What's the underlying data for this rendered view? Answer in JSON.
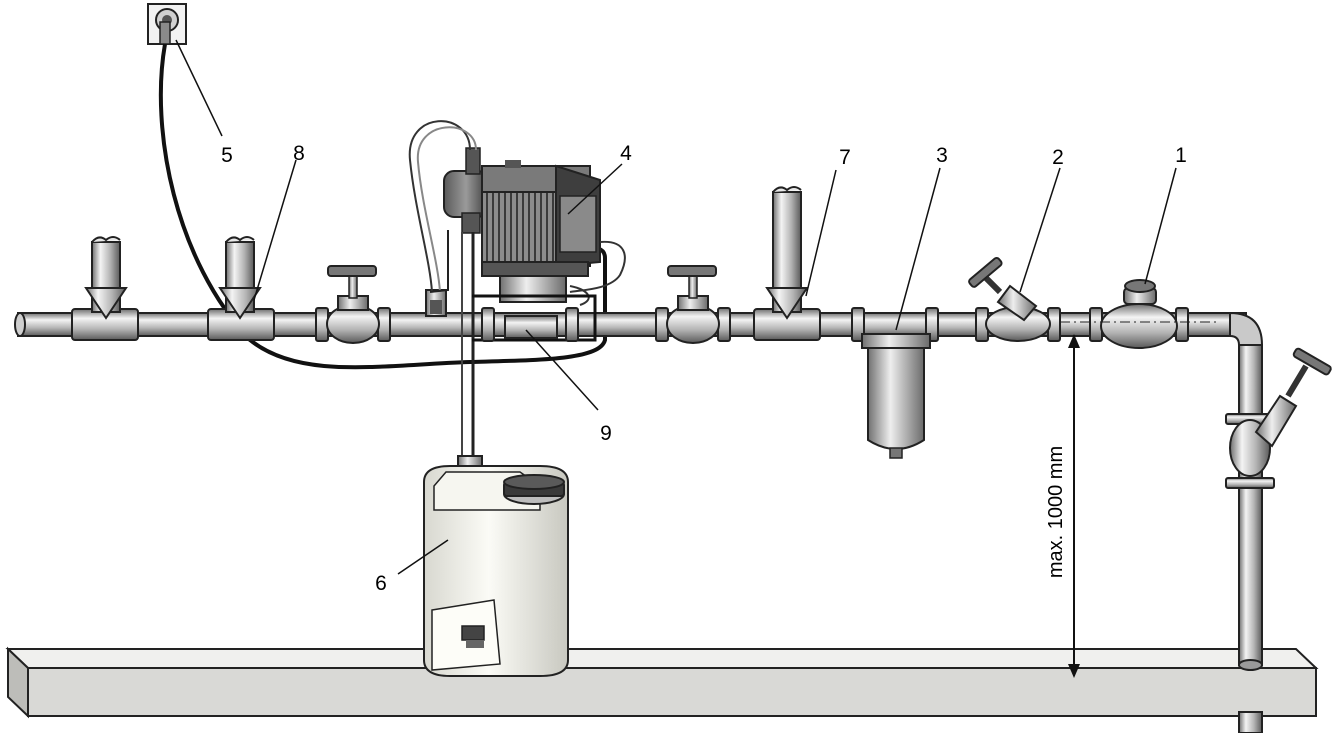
{
  "callouts": {
    "c1": "1",
    "c2": "2",
    "c3": "3",
    "c4": "4",
    "c5": "5",
    "c6": "6",
    "c7": "7",
    "c8": "8",
    "c9": "9"
  },
  "dimension": {
    "height_label": "max. 1000 mm"
  }
}
